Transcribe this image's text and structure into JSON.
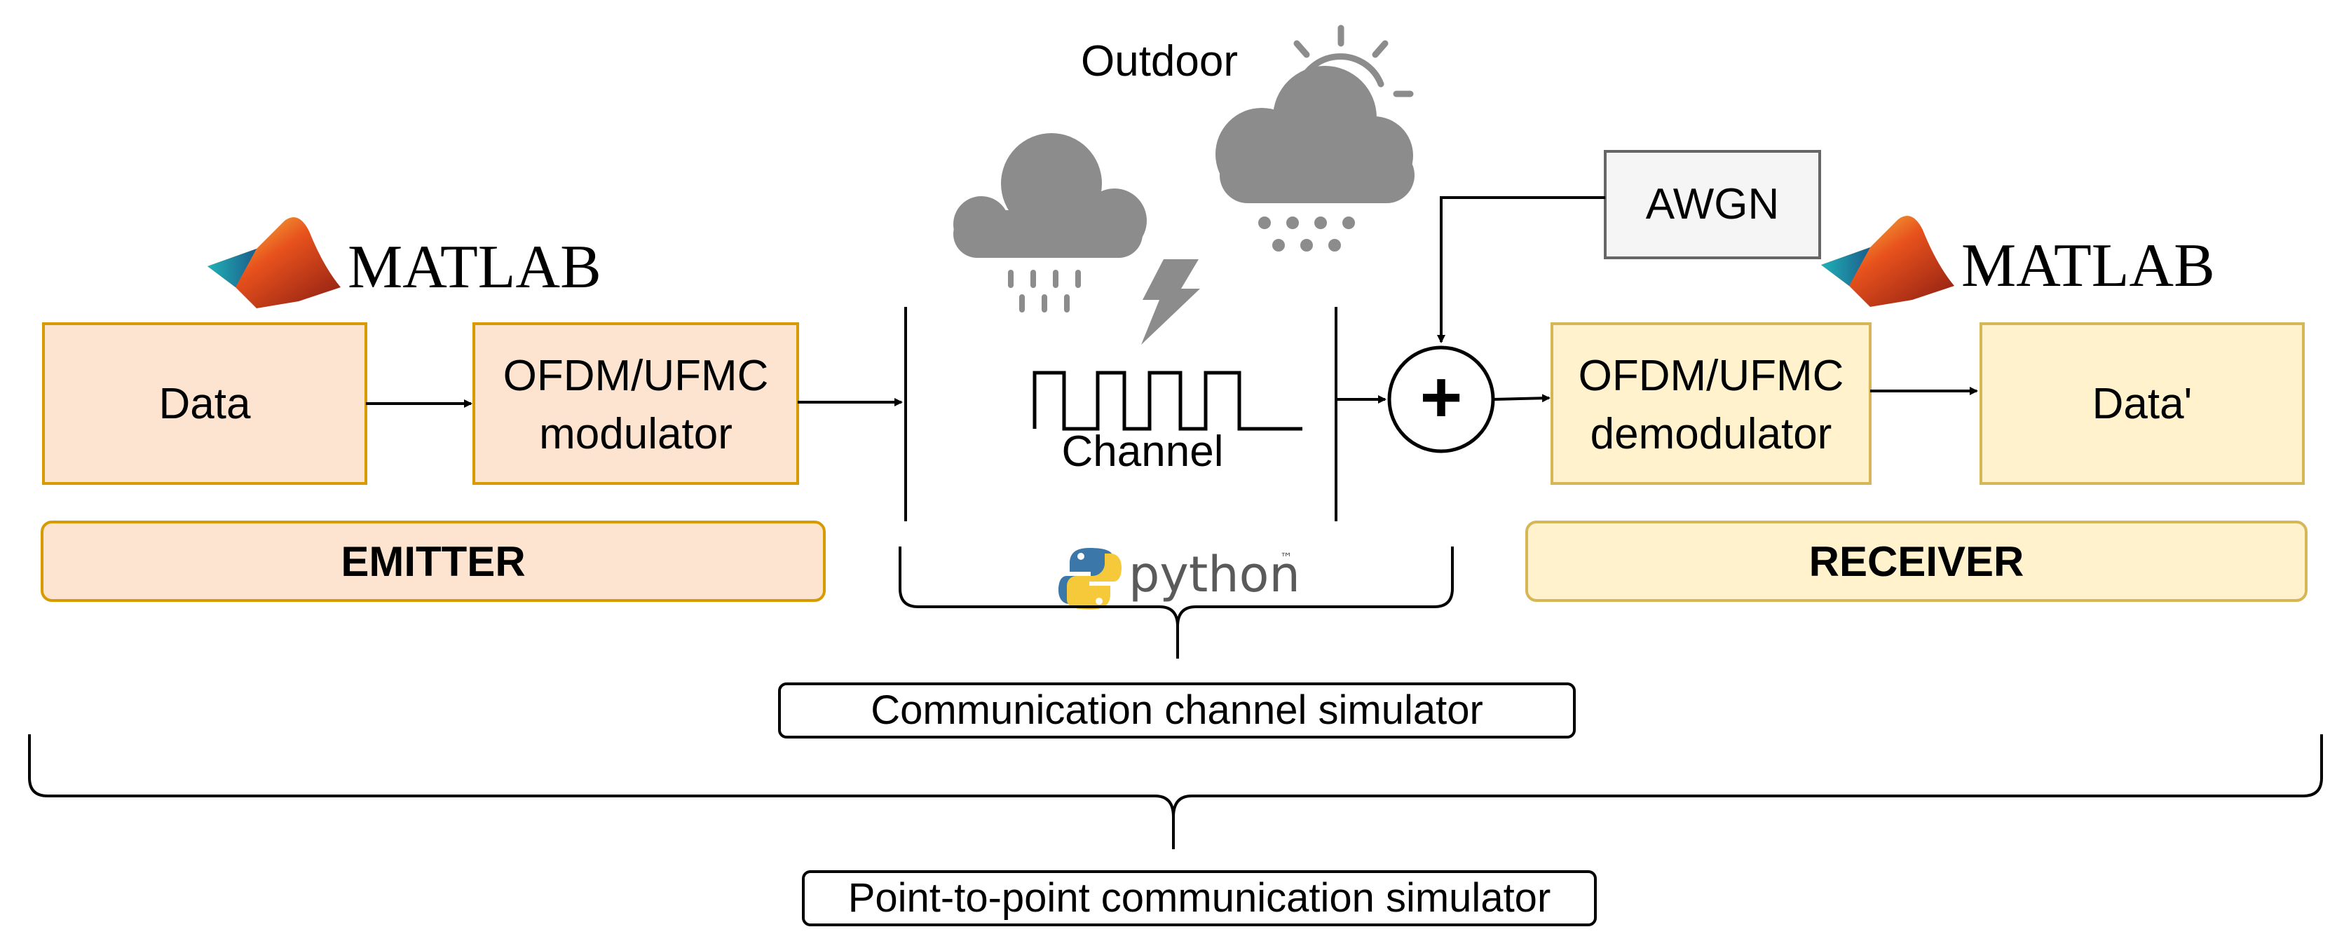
{
  "colors": {
    "emitter_fill": "#fde4d0",
    "emitter_stroke": "#d79b00",
    "receiver_fill": "#fff2cc",
    "receiver_stroke": "#d6b656",
    "awgn_fill": "#f5f5f5",
    "awgn_stroke": "#666666",
    "weather_gray": "#8c8c8c",
    "line": "#000000",
    "python_blue": "#3b77a8",
    "python_yellow": "#f6c93a"
  },
  "emitter": {
    "logo_text": "MATLAB",
    "data_label": "Data",
    "modulator_label_line1": "OFDM/UFMC",
    "modulator_label_line2": "modulator",
    "banner_label": "EMITTER"
  },
  "channel": {
    "outdoor_label": "Outdoor",
    "channel_label": "Channel",
    "python_label": "python",
    "python_tm": "™",
    "simulator_label": "Communication channel simulator",
    "weather_icons": [
      "rain-cloud-icon",
      "lightning-icon",
      "sun-snow-cloud-icon"
    ]
  },
  "noise": {
    "awgn_label": "AWGN",
    "adder_symbol": "+"
  },
  "receiver": {
    "logo_text": "MATLAB",
    "demodulator_label_line1": "OFDM/UFMC",
    "demodulator_label_line2": "demodulator",
    "data_label": "Data'",
    "banner_label": "RECEIVER"
  },
  "system": {
    "simulator_label": "Point-to-point communication simulator"
  }
}
